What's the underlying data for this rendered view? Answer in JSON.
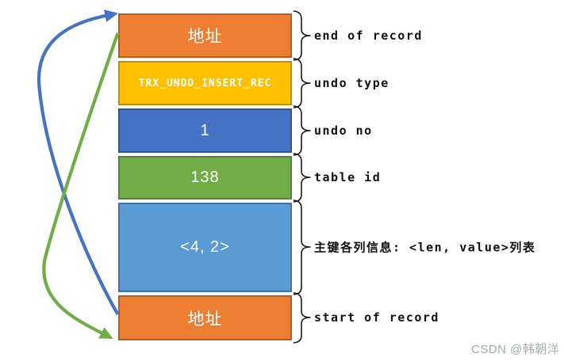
{
  "record_diagram": {
    "box_text_color": "#FFFFFF",
    "boxes": [
      {
        "text": "地址",
        "label": "end of record",
        "fill": "#ED7D31",
        "stroke": "#BE5A17"
      },
      {
        "text": "TRX_UNDO_INSERT_REC",
        "label": "undo type",
        "fill": "#FFC000",
        "stroke": "#BF9000"
      },
      {
        "text": "1",
        "label": "undo no",
        "fill": "#4472C4",
        "stroke": "#2F5597"
      },
      {
        "text": "138",
        "label": "table id",
        "fill": "#70AD47",
        "stroke": "#548235"
      },
      {
        "text": "<4, 2>",
        "label": "主键各列信息: <len, value>列表",
        "fill": "#5B9BD5",
        "stroke": "#41719C"
      },
      {
        "text": "地址",
        "label": "start of record",
        "fill": "#ED7D31",
        "stroke": "#BE5A17"
      }
    ],
    "arrows": [
      {
        "name": "blue-curved-arrow",
        "color": "#4472C4"
      },
      {
        "name": "green-curved-arrow",
        "color": "#70AD47"
      }
    ],
    "watermark": "CSDN @韩朝洋"
  }
}
